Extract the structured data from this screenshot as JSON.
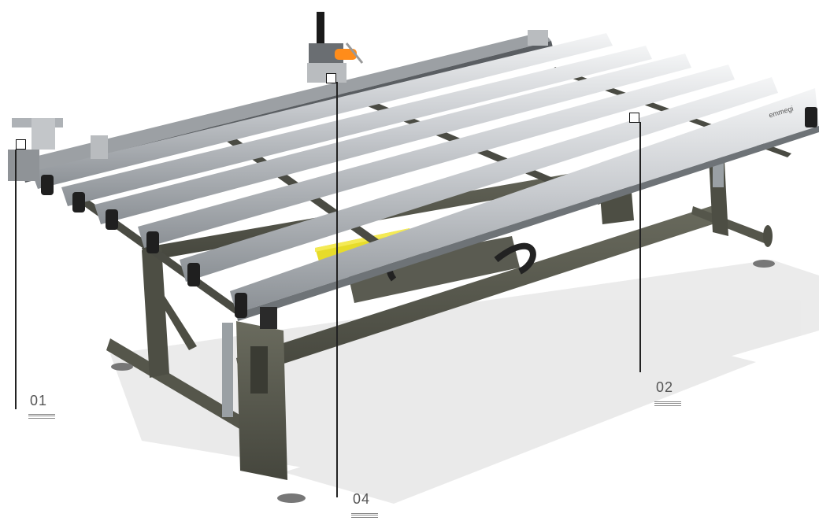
{
  "brand": "emmegi",
  "callouts": [
    {
      "id": "01",
      "label": "01"
    },
    {
      "id": "02",
      "label": "02"
    },
    {
      "id": "04",
      "label": "04"
    }
  ],
  "colors": {
    "frame": "#5d5e52",
    "frame_dark": "#3e3f37",
    "rail_light": "#e6e7e8",
    "rail_mid": "#b9bcbf",
    "rail_dark": "#8e9296",
    "cap": "#1f1f1f",
    "pad": "#e7dc2a",
    "shadow": "#e3e3e3"
  }
}
